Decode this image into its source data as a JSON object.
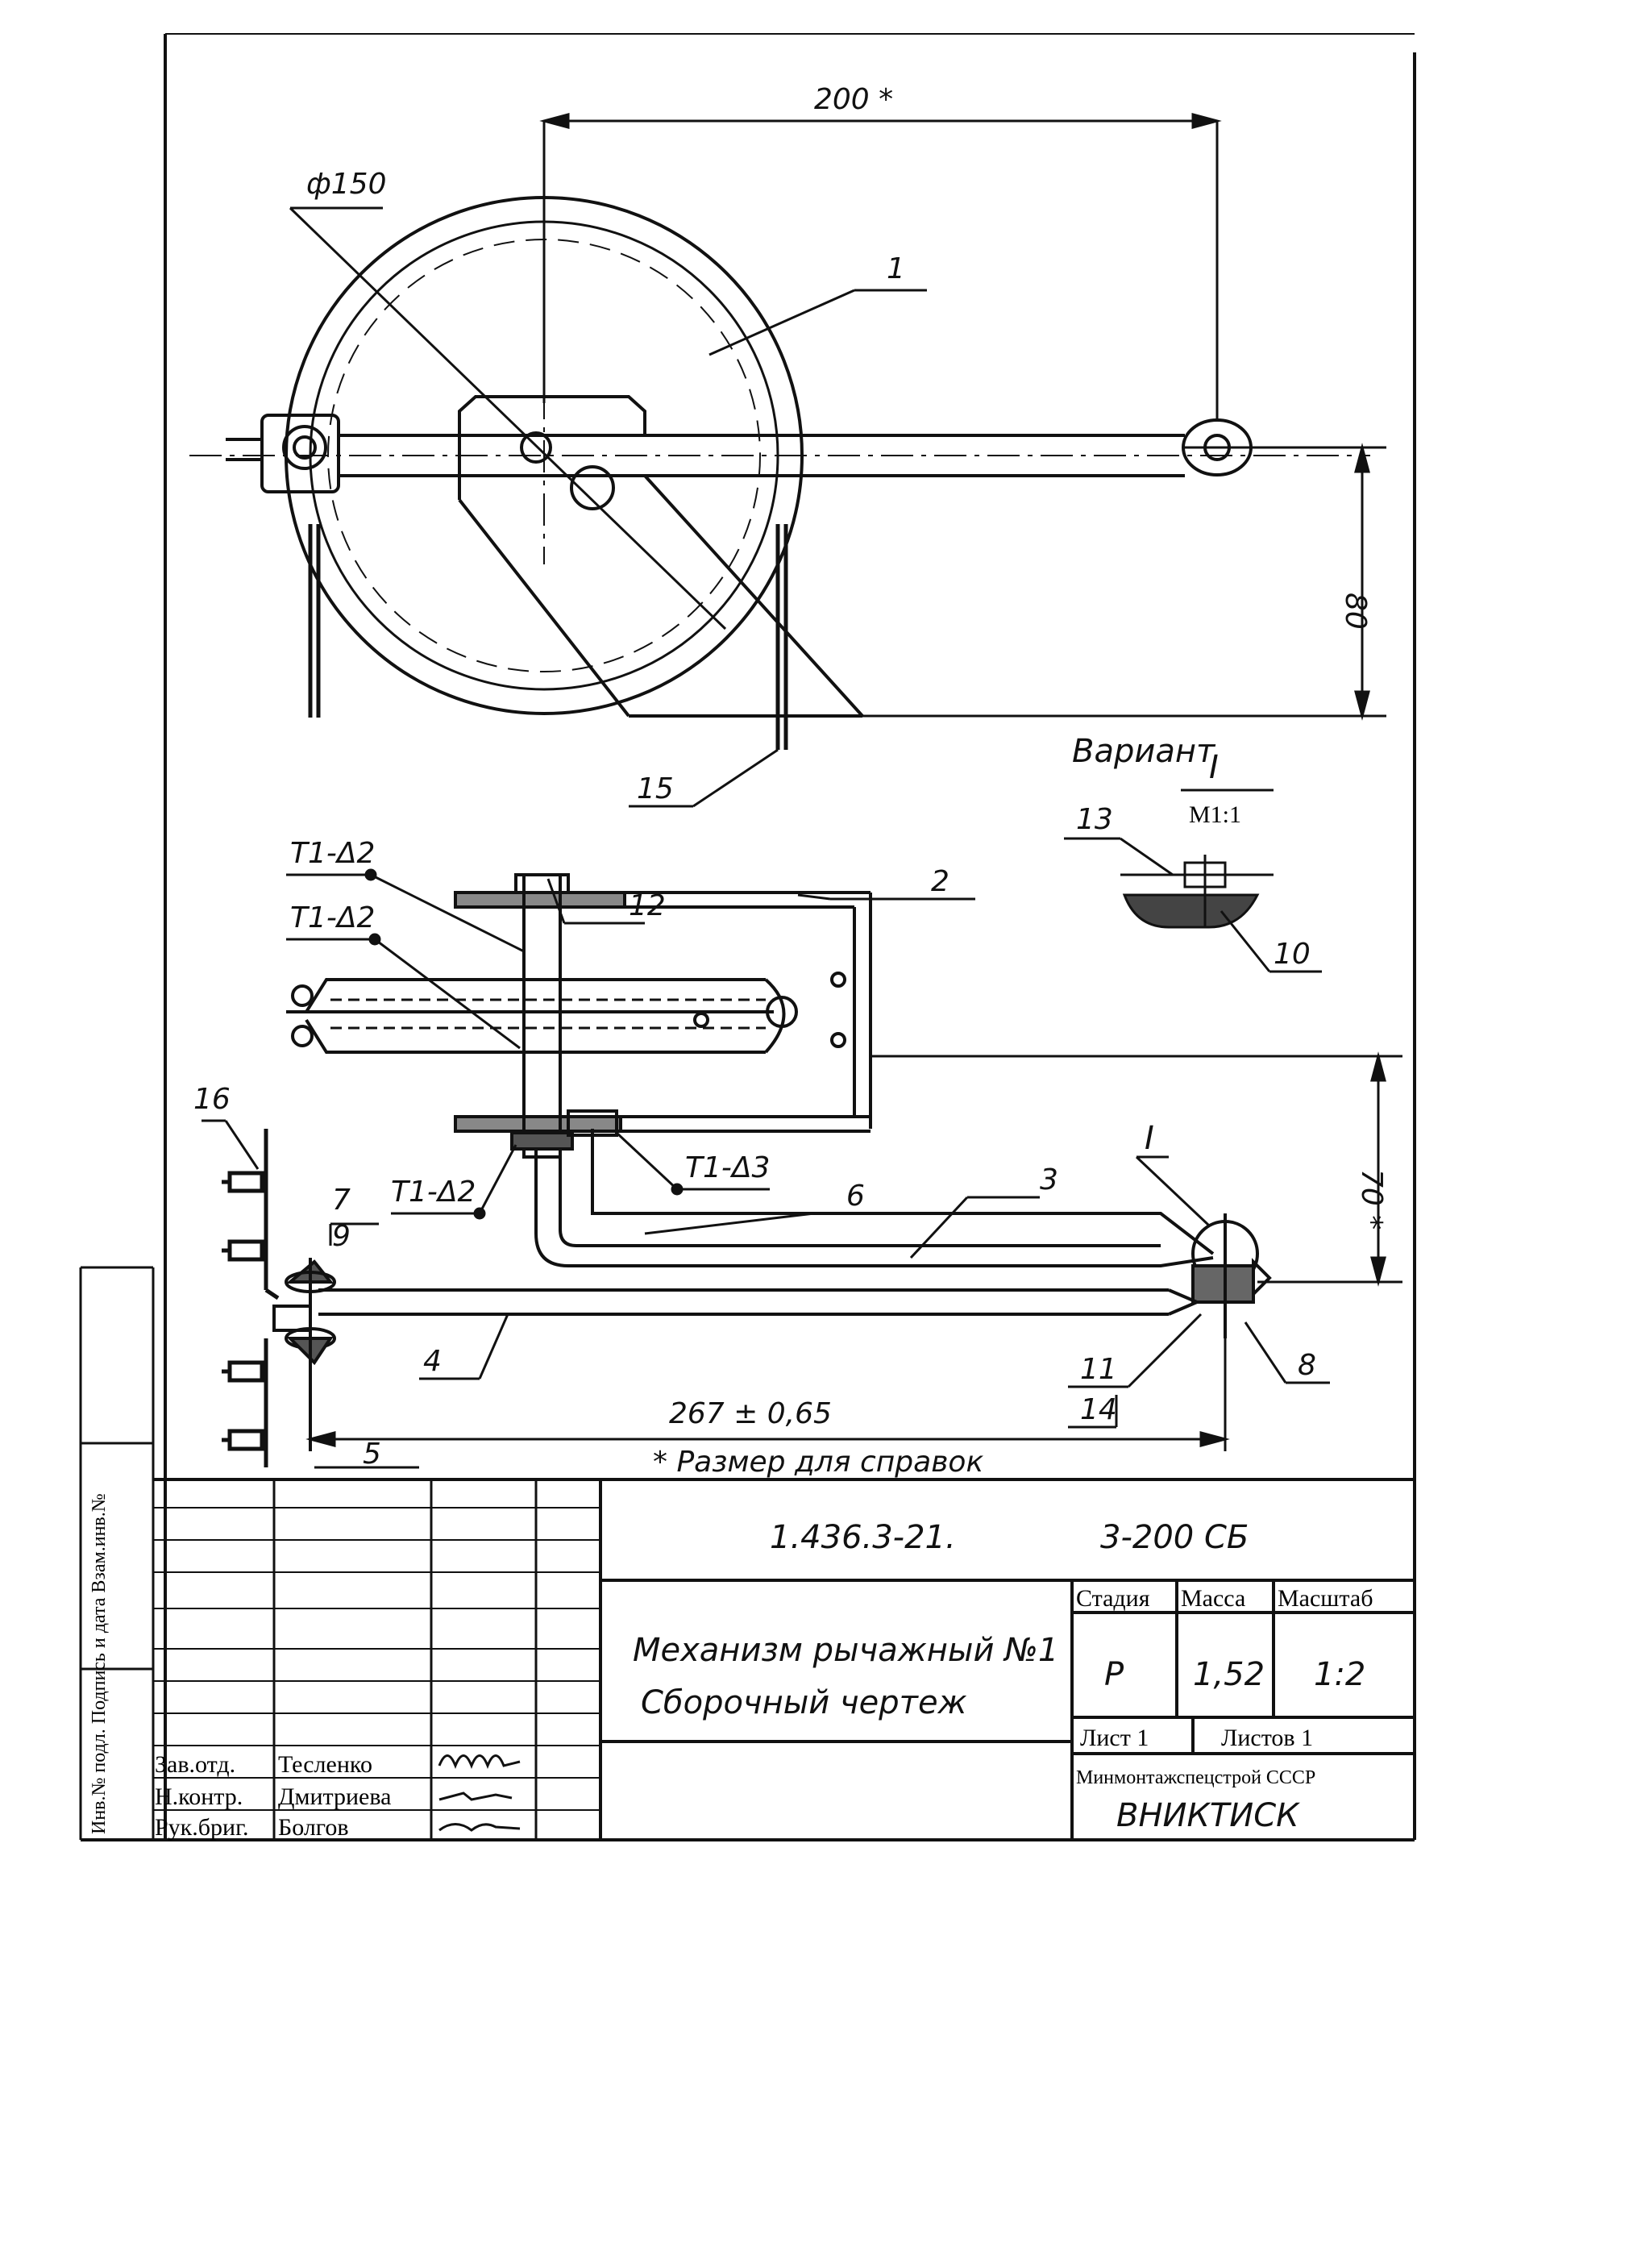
{
  "drawing": {
    "dimensions": {
      "width_200": "200 *",
      "diameter": "ф150",
      "height_80": "80",
      "height_70": "70 *",
      "length_267": "267 ± 0,65"
    },
    "note": "* Размер для справок",
    "variant": {
      "title": "Вариант",
      "roman": "I",
      "scale": "М1:1"
    },
    "section_mark": "I",
    "weld_marks": [
      "Т1-Δ2",
      "Т1-Δ2",
      "Т1-Δ2",
      "Т1-Δ3"
    ],
    "item_labels": {
      "p1": "1",
      "p2": "2",
      "p3": "3",
      "p4": "4",
      "p5": "5",
      "p6": "6",
      "p7": "7",
      "p8": "8",
      "p9": "9",
      "p10": "10",
      "p11": "11",
      "p12": "12",
      "p13": "13",
      "p14": "14",
      "p15": "15",
      "p16": "16"
    }
  },
  "title_block": {
    "designation": "1.436.3-21.",
    "code": "3-200 СБ",
    "name_line1": "Механизм рычажный №1",
    "name_line2": "Сборочный чертеж",
    "stage_header": "Стадия",
    "mass_header": "Масса",
    "scale_header": "Масштаб",
    "stage": "Р",
    "mass": "1,52",
    "scale": "1:2",
    "sheet": "Лист 1",
    "sheets": "Листов 1",
    "org1": "Минмонтажспецстрой СССР",
    "org2": "ВНИКТИСК",
    "staff": [
      {
        "role": "Зав.отд.",
        "name": "Тесленко"
      },
      {
        "role": "Н.контр.",
        "name": "Дмитриева"
      },
      {
        "role": "Рук.бриг.",
        "name": "Болгов"
      }
    ]
  },
  "side_stamp": "Инв.№ подл.   Подпись и дата   Взам.инв.№"
}
